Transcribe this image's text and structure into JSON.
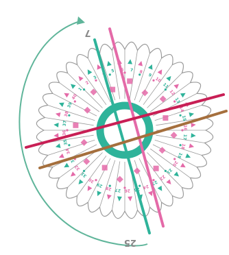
{
  "colors": {
    "outline": "#9a9a9a",
    "teal": "#2fb39a",
    "pink": "#e46aa8",
    "crimson": "#c81f55",
    "brown": "#a56f3d",
    "arc": "#5fb59a",
    "arc_label": "#888888"
  },
  "labels": {
    "arc_start": "7",
    "arc_end": "25"
  },
  "ring_numbers": [
    "9",
    "10",
    "11",
    "12",
    "13",
    "14",
    "15",
    "16",
    "17",
    "18",
    "19",
    "20",
    "21",
    "22",
    "23",
    "24",
    "25",
    "26",
    "27",
    "28",
    "29",
    "30",
    "31",
    "32",
    "33",
    "34",
    "35",
    "36",
    "37",
    "38",
    "39",
    "40",
    "1",
    "2",
    "3",
    "4",
    "5",
    "6",
    "7",
    "8"
  ],
  "lines": [
    {
      "name": "teal-line",
      "color": "teal"
    },
    {
      "name": "pink-line",
      "color": "pink"
    },
    {
      "name": "crimson-line",
      "color": "crimson"
    },
    {
      "name": "brown-line",
      "color": "brown"
    }
  ]
}
